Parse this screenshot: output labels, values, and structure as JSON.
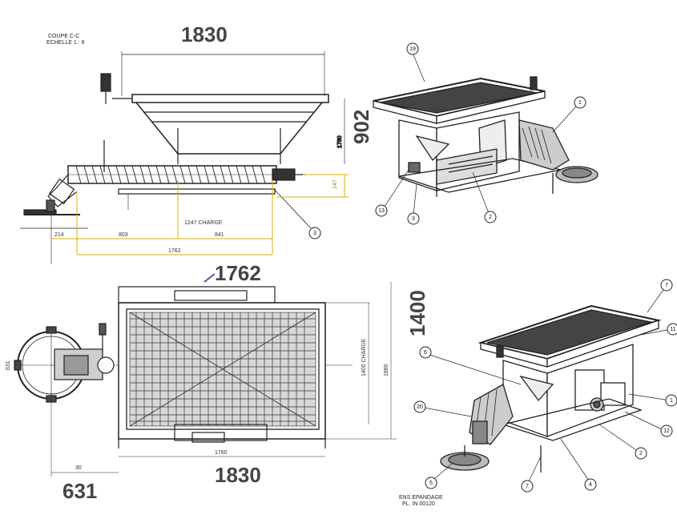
{
  "title_block": {
    "section": "COUPE C-C",
    "scale": "ECHELLE 1 : 6"
  },
  "dimensions": {
    "top_width": "1830",
    "side_height": "902",
    "auger_length": "1762",
    "plan_width": "1400",
    "bottom_width": "1830",
    "spinner_offset": "631"
  },
  "section_view": {
    "small_dims": [
      "1760",
      "214",
      "803",
      "841",
      "1762",
      "1247 CHARGE",
      "147"
    ]
  },
  "plan_view": {
    "small_dims": [
      "1880",
      "1400 CHARGE",
      "30",
      "631",
      "1760"
    ]
  },
  "iso_top": {
    "callouts": [
      "19",
      "1",
      "2",
      "3",
      "13"
    ]
  },
  "iso_bottom": {
    "callouts": [
      "7",
      "11",
      "1",
      "12",
      "2",
      "4",
      "7",
      "5",
      "20",
      "6"
    ]
  },
  "note": {
    "line1": "ENS EPANDAGE",
    "line2": "PL. IN 00120"
  }
}
